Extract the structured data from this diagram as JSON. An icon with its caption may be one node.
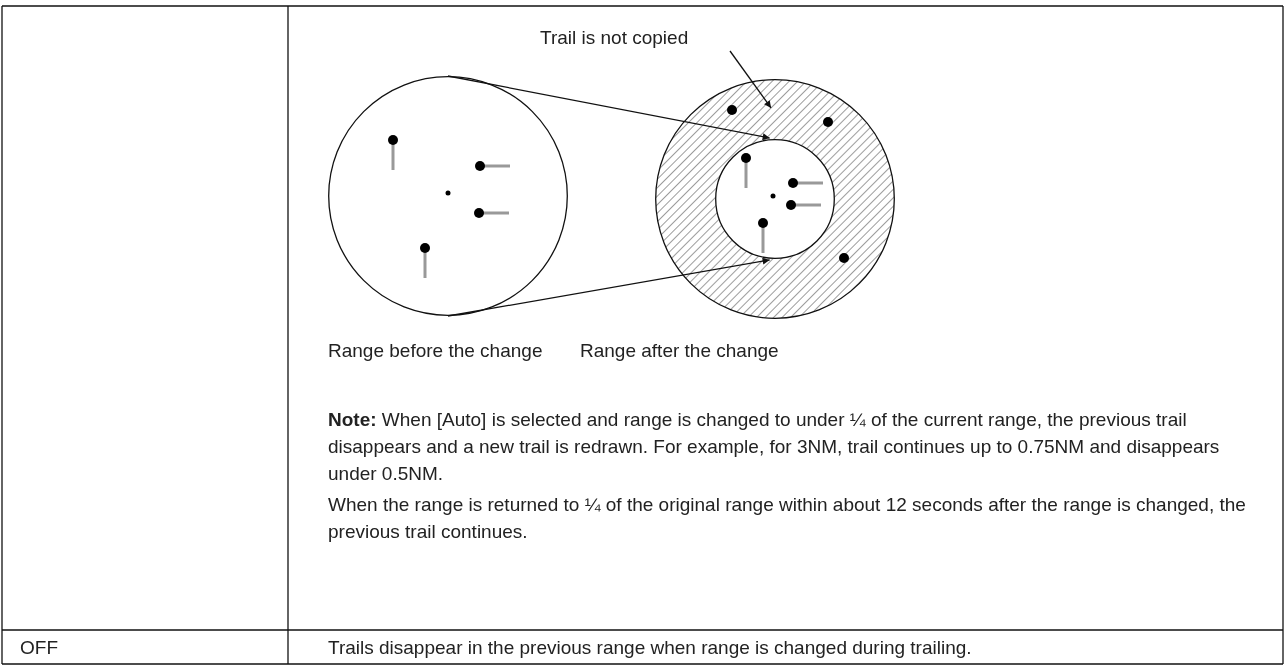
{
  "diagram": {
    "nodes": [
      {
        "text": [
          "Trail is not copied"
        ]
      },
      {
        "text": [],
        "shape": "circle",
        "beside": [
          "Range before the change"
        ]
      },
      {
        "text": [],
        "shape": "circle",
        "beside": [
          "Range after the change"
        ]
      },
      {
        "text": [],
        "shape": "circle",
        "in": 2
      }
    ],
    "edges": [
      {
        "from": 1,
        "to": 3,
        "arrow": "to"
      },
      {
        "from": 1,
        "to": 3,
        "arrow": "to"
      },
      {
        "from": 0,
        "to": 2,
        "arrow": "to"
      }
    ],
    "labels": [
      "**Note:** When [Auto] is selected and range is changed to under ¼ of the current range, the previous trail disappears and a new trail is redrawn. For example, for 3NM, trail continues up to 0.75NM and disappears under 0.5NM.",
      "When the range is returned to ¼ of the original range within about 12 seconds after the range is changed, the previous trail continues.",
      "OFF",
      "Trails disappear in the previous range when range is changed during trailing."
    ]
  }
}
